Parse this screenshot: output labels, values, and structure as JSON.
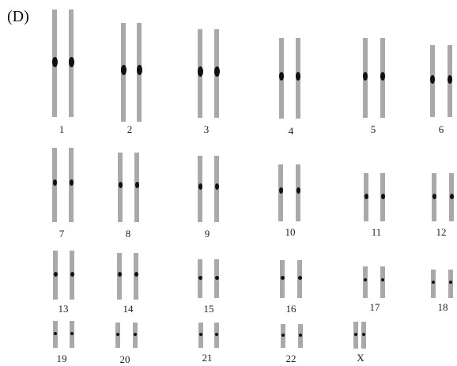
{
  "figure": {
    "panel_label": "(D)",
    "chromosomes": [
      {
        "label": "1"
      },
      {
        "label": "2"
      },
      {
        "label": "3"
      },
      {
        "label": "4"
      },
      {
        "label": "5"
      },
      {
        "label": "6"
      },
      {
        "label": "7"
      },
      {
        "label": "8"
      },
      {
        "label": "9"
      },
      {
        "label": "10"
      },
      {
        "label": "11"
      },
      {
        "label": "12"
      },
      {
        "label": "13"
      },
      {
        "label": "14"
      },
      {
        "label": "15"
      },
      {
        "label": "16"
      },
      {
        "label": "17"
      },
      {
        "label": "18"
      },
      {
        "label": "19"
      },
      {
        "label": "20"
      },
      {
        "label": "21"
      },
      {
        "label": "22"
      },
      {
        "label": "X"
      }
    ]
  }
}
